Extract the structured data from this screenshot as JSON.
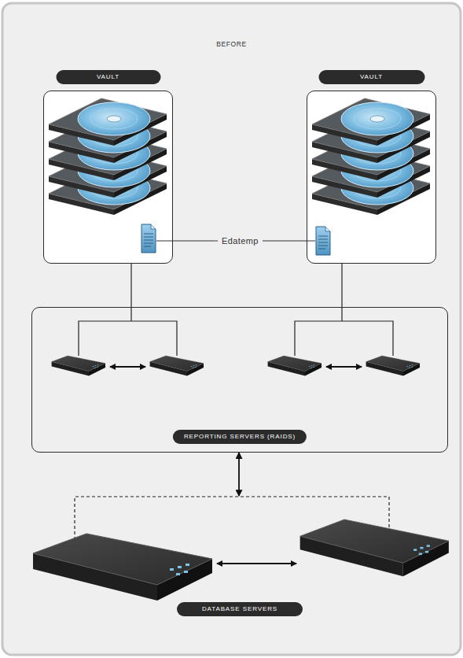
{
  "diagram": {
    "title": "BEFORE",
    "nodes": [
      {
        "text": [
          "VAULT"
        ]
      },
      {
        "text": [
          "VAULT"
        ]
      },
      {
        "text": [
          "REPORTING SERVERS (RAIDS)"
        ]
      },
      {
        "text": [
          "DATABASE SERVERS"
        ]
      }
    ],
    "edges": [
      {
        "from": 0,
        "to": 2,
        "arrow": "none"
      },
      {
        "from": 1,
        "to": 2,
        "arrow": "none"
      },
      {
        "from": 2,
        "to": 3,
        "arrow": "both"
      }
    ],
    "labels": [
      "Edatemp"
    ]
  }
}
